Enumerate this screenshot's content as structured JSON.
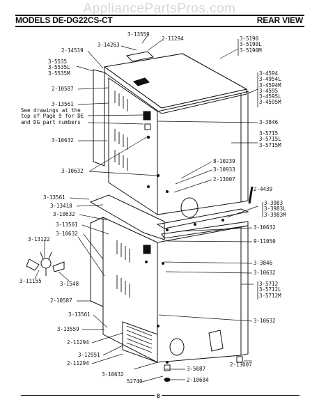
{
  "watermark": "AppliancePartsPros.com",
  "header": {
    "title": "MODELS DE-DG22CS-CT",
    "view": "REAR VIEW"
  },
  "page_number": "8",
  "callouts": {
    "c1": "3-13559",
    "c2": "2-11294",
    "c3": "3-14263",
    "c4": "2-14519",
    "c5": "3-5535\n3-5535L\n3-5535M",
    "c6": "2-10587",
    "c7": "3-13561",
    "c8": "See drawings at the\ntop of Page 9 for DE\nand DG part numbers",
    "c9": "3-10632",
    "c10": "3-10632",
    "c11": "3-13561",
    "c12": "3-13418",
    "c13": "3-10632",
    "c14": "3-13561",
    "c15": "3-10632",
    "c16": "3-13122",
    "c17": "3-11155",
    "c18": "3-1548",
    "c19": "2-10587",
    "c20": "3-13561",
    "c21": "3-13559",
    "c22": "2-11294",
    "c23": "3-12951",
    "c24": "2-11294",
    "c25": "3-10632",
    "c26": "52740",
    "c27": "3-5190\n3-5190L\n3-5190M",
    "c28": "3-4594\n3-4954L\n3-4594M\n3-4595\n3-4595L\n3-4595M",
    "c29": "3-3846",
    "c30": "3-5715\n3-5715L\n3-5715M",
    "c31": "8-10239",
    "c32": "3-10933",
    "c33": "2-13007",
    "c34": "2-4439",
    "c35": "3-3983\n3-3983L\n3-3983M",
    "c36": "3-10632",
    "c37": "9-11050",
    "c38": "3-3846",
    "c39": "3-10632",
    "c40": "3-5712\n3-5712L\n3-5712M",
    "c41": "3-10632",
    "c42": "3-5087",
    "c43": "2-13007",
    "c44": "2-10684"
  }
}
